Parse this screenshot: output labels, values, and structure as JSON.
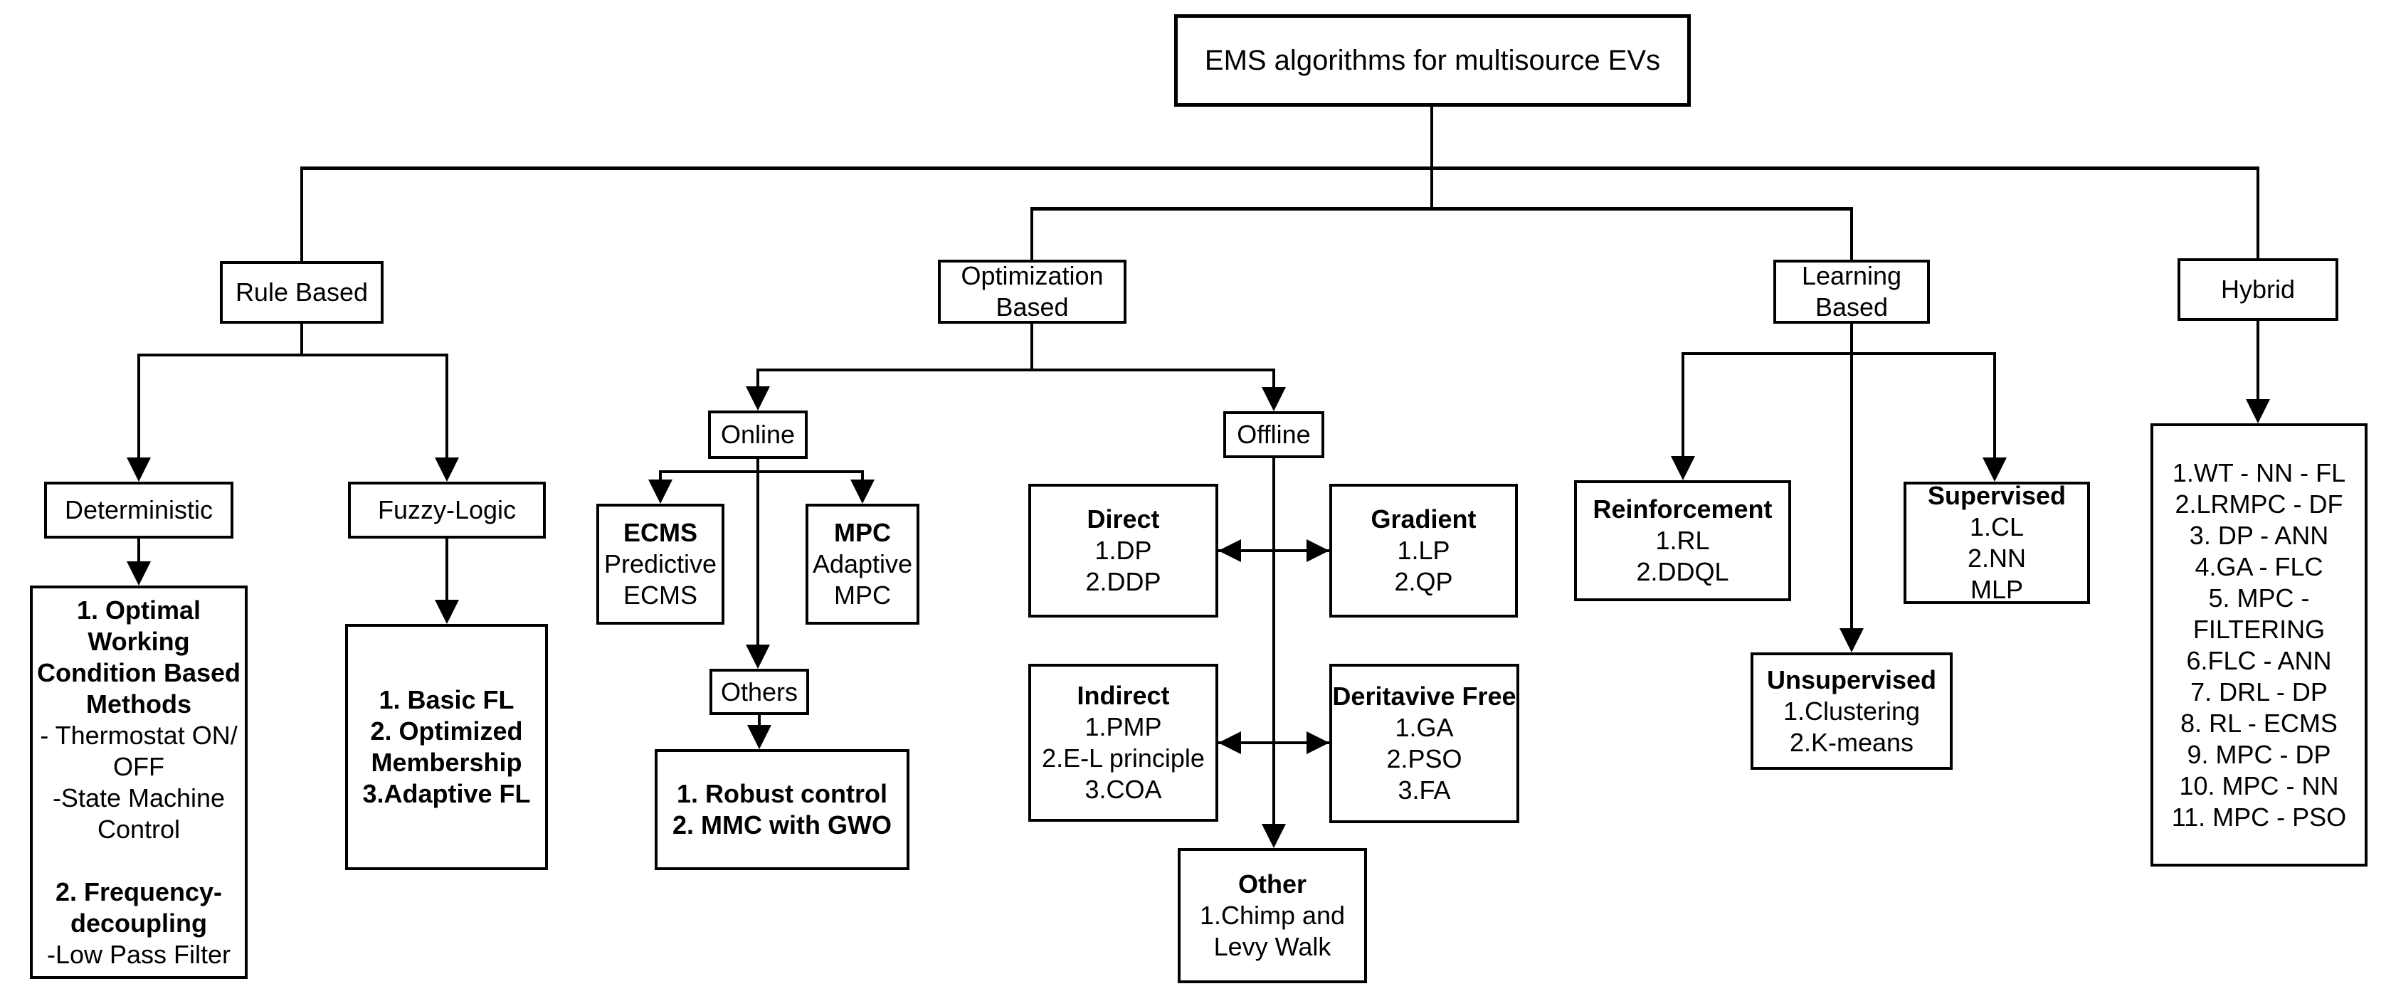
{
  "diagram_title": "EMS algorithms for multisource EVs",
  "colors": {
    "ink": "#000000",
    "paper": "#ffffff"
  },
  "boxes": {
    "root": {
      "lines": [
        {
          "text": "EMS algorithms for multisource EVs",
          "bold": false
        }
      ]
    },
    "rule_based": {
      "lines": [
        {
          "text": "Rule Based",
          "bold": false
        }
      ]
    },
    "optimization_based": {
      "lines": [
        {
          "text": "Optimization Based",
          "bold": false
        }
      ]
    },
    "learning_based": {
      "lines": [
        {
          "text": "Learning Based",
          "bold": false
        }
      ]
    },
    "hybrid": {
      "lines": [
        {
          "text": "Hybrid",
          "bold": false
        }
      ]
    },
    "deterministic": {
      "lines": [
        {
          "text": "Deterministic",
          "bold": false
        }
      ]
    },
    "fuzzy_logic": {
      "lines": [
        {
          "text": "Fuzzy-Logic",
          "bold": false
        }
      ]
    },
    "deterministic_methods": {
      "lines": [
        {
          "text": "1. Optimal Working Condition Based Methods",
          "bold": true
        },
        {
          "text": "- Thermostat ON/ OFF",
          "bold": false
        },
        {
          "text": "-State Machine Control",
          "bold": false
        },
        {
          "text": "2. Frequency-decoupling",
          "bold": true
        },
        {
          "text": "-Low Pass Filter",
          "bold": false
        }
      ]
    },
    "fuzzy_methods": {
      "lines": [
        {
          "text": "1. Basic FL",
          "bold": true
        },
        {
          "text": "2. Optimized Membership",
          "bold": true
        },
        {
          "text": "3.Adaptive FL",
          "bold": true
        }
      ]
    },
    "online": {
      "lines": [
        {
          "text": "Online",
          "bold": false
        }
      ]
    },
    "offline": {
      "lines": [
        {
          "text": "Offline",
          "bold": false
        }
      ]
    },
    "ecms": {
      "lines": [
        {
          "text": "ECMS",
          "bold": true
        },
        {
          "text": "Predictive ECMS",
          "bold": false
        }
      ]
    },
    "mpc": {
      "lines": [
        {
          "text": "MPC",
          "bold": true
        },
        {
          "text": "Adaptive MPC",
          "bold": false
        }
      ]
    },
    "others": {
      "lines": [
        {
          "text": "Others",
          "bold": false
        }
      ]
    },
    "others_methods": {
      "lines": [
        {
          "text": "1. Robust control",
          "bold": true
        },
        {
          "text": "2. MMC with GWO",
          "bold": true
        }
      ]
    },
    "direct": {
      "lines": [
        {
          "text": "Direct",
          "bold": true
        },
        {
          "text": "1.DP",
          "bold": false
        },
        {
          "text": "2.DDP",
          "bold": false
        }
      ]
    },
    "gradient": {
      "lines": [
        {
          "text": "Gradient",
          "bold": true
        },
        {
          "text": "1.LP",
          "bold": false
        },
        {
          "text": "2.QP",
          "bold": false
        }
      ]
    },
    "indirect": {
      "lines": [
        {
          "text": "Indirect",
          "bold": true
        },
        {
          "text": "1.PMP",
          "bold": false
        },
        {
          "text": "2.E-L principle",
          "bold": false
        },
        {
          "text": "3.COA",
          "bold": false
        }
      ]
    },
    "derivative_free": {
      "lines": [
        {
          "text": "Deritavive Free",
          "bold": true
        },
        {
          "text": "1.GA",
          "bold": false
        },
        {
          "text": "2.PSO",
          "bold": false
        },
        {
          "text": "3.FA",
          "bold": false
        }
      ]
    },
    "other": {
      "lines": [
        {
          "text": "Other",
          "bold": true
        },
        {
          "text": "1.Chimp and Levy Walk",
          "bold": false
        }
      ]
    },
    "reinforcement": {
      "lines": [
        {
          "text": "Reinforcement",
          "bold": true
        },
        {
          "text": "1.RL",
          "bold": false
        },
        {
          "text": "2.DDQL",
          "bold": false
        }
      ]
    },
    "supervised": {
      "lines": [
        {
          "text": "Supervised",
          "bold": true
        },
        {
          "text": "1.CL",
          "bold": false
        },
        {
          "text": "2.NN",
          "bold": false
        },
        {
          "text": "MLP",
          "bold": false
        }
      ]
    },
    "unsupervised": {
      "lines": [
        {
          "text": "Unsupervised",
          "bold": true
        },
        {
          "text": "1.Clustering",
          "bold": false
        },
        {
          "text": "2.K-means",
          "bold": false
        }
      ]
    },
    "hybrid_methods": {
      "lines": [
        {
          "text": "1.WT - NN - FL",
          "bold": false
        },
        {
          "text": "2.LRMPC - DF",
          "bold": false
        },
        {
          "text": "3. DP - ANN",
          "bold": false
        },
        {
          "text": "4.GA - FLC",
          "bold": false
        },
        {
          "text": "5. MPC - FILTERING",
          "bold": false
        },
        {
          "text": "6.FLC - ANN",
          "bold": false
        },
        {
          "text": "7. DRL - DP",
          "bold": false
        },
        {
          "text": "8. RL - ECMS",
          "bold": false
        },
        {
          "text": "9. MPC - DP",
          "bold": false
        },
        {
          "text": "10. MPC - NN",
          "bold": false
        },
        {
          "text": "11. MPC - PSO",
          "bold": false
        }
      ]
    }
  }
}
